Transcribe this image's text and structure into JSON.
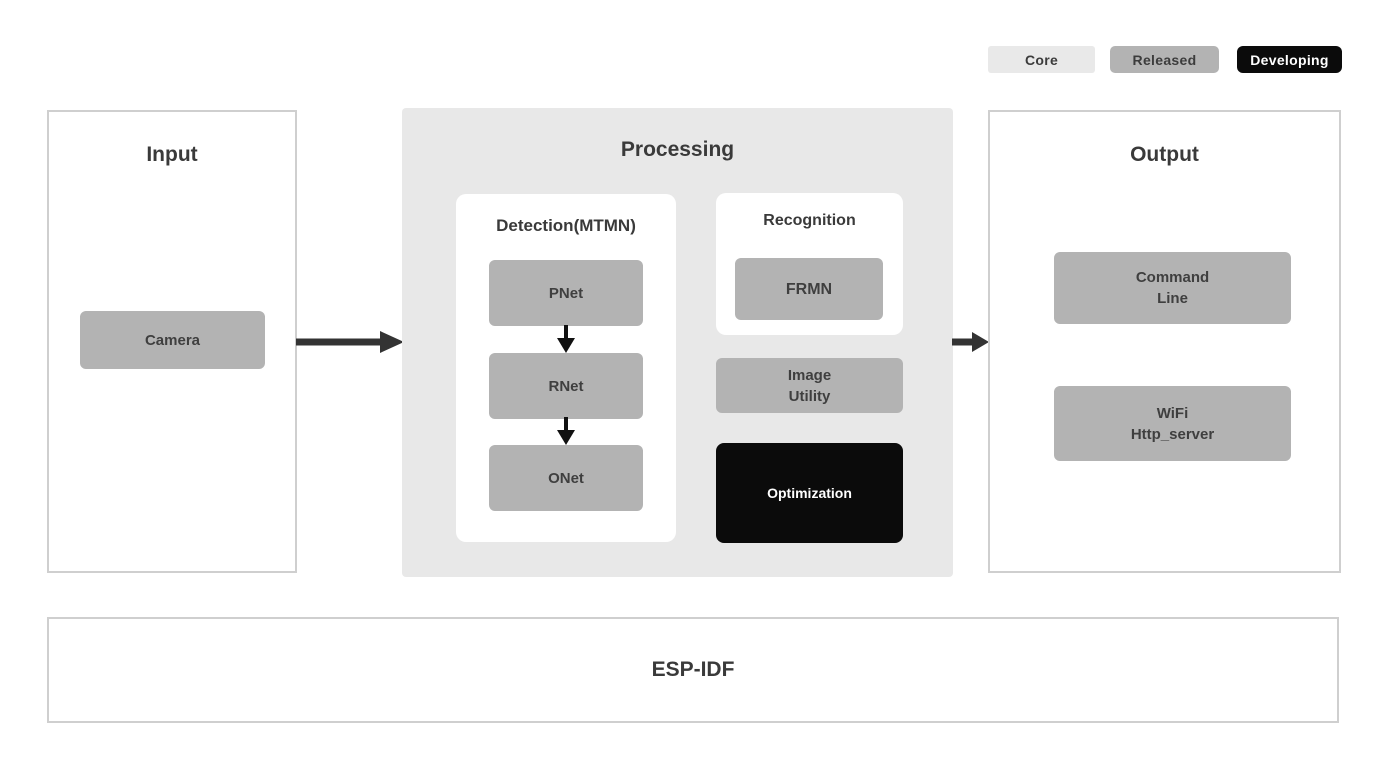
{
  "legend": {
    "core": "Core",
    "released": "Released",
    "developing": "Developing"
  },
  "panels": {
    "input": {
      "title": "Input",
      "camera": "Camera"
    },
    "processing": {
      "title": "Processing",
      "detection": {
        "title": "Detection(MTMN)",
        "pnet": "PNet",
        "rnet": "RNet",
        "onet": "ONet"
      },
      "recognition": {
        "title": "Recognition",
        "frmn": "FRMN"
      },
      "image_utility": {
        "line1": "Image",
        "line2": "Utility"
      },
      "optimization": "Optimization"
    },
    "output": {
      "title": "Output",
      "command_line": {
        "line1": "Command",
        "line2": "Line"
      },
      "wifi": {
        "line1": "WiFi",
        "line2": "Http_server"
      }
    },
    "foundation": {
      "title": "ESP-IDF"
    }
  },
  "colors": {
    "core_bg": "#e9e9e9",
    "released_bg": "#b3b3b3",
    "developing_bg": "#0b0b0b",
    "node_gray": "#b3b3b3",
    "processing_bg": "#e8e8e8",
    "panel_border": "#cfcfcf",
    "text_dark": "#3a3a3a",
    "arrow": "#333333"
  }
}
